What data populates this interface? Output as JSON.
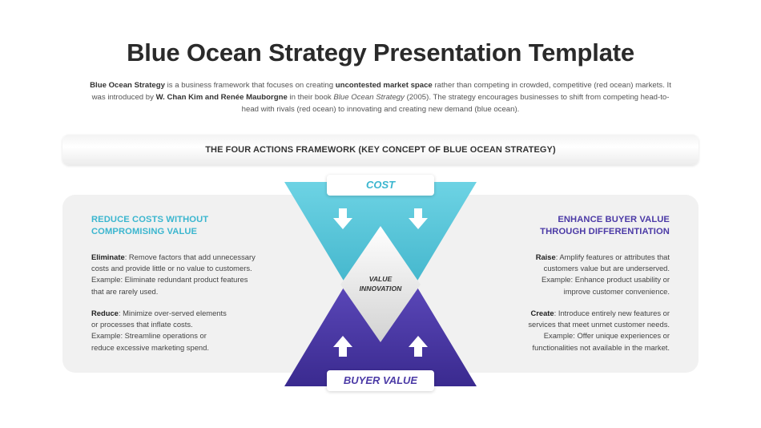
{
  "title": "Blue Ocean Strategy Presentation Template",
  "intro": {
    "t1": "Blue Ocean Strategy",
    "t2": " is a business framework that focuses on creating ",
    "t3": "uncontested market space",
    "t4": " rather than competing in crowded, competitive (red ocean) markets. It was introduced by ",
    "t5": "W. Chan Kim and Renée Mauborgne",
    "t6": " in their book ",
    "t7": "Blue Ocean Strategy",
    "t8": " (2005). The strategy encourages businesses to shift from competing head-to-head with rivals (red ocean) to innovating and creating new demand (blue ocean)."
  },
  "banner": "THE FOUR ACTIONS FRAMEWORK (KEY CONCEPT OF BLUE OCEAN STRATEGY)",
  "diagram": {
    "top_label": "COST",
    "bottom_label": "BUYER VALUE",
    "center_line1": "VALUE",
    "center_line2": "INNOVATION"
  },
  "left": {
    "heading_line1": "REDUCE COSTS WITHOUT",
    "heading_line2": "COMPROMISING VALUE",
    "eliminate": {
      "term": "Eliminate",
      "l1": ": Remove factors that add unnecessary",
      "l2": "costs and provide little or no value to customers.",
      "l3": "Example: Eliminate redundant product features",
      "l4": "that are rarely used."
    },
    "reduce": {
      "term": "Reduce",
      "l1": ": Minimize over-served elements",
      "l2": "or processes that inflate costs.",
      "l3": "Example: Streamline operations or",
      "l4": "reduce excessive marketing spend."
    }
  },
  "right": {
    "heading_line1": "ENHANCE BUYER VALUE",
    "heading_line2": "THROUGH DIFFERENTIATION",
    "raise": {
      "term": "Raise",
      "l1": ": Amplify features or attributes that",
      "l2": "customers value but are underserved.",
      "l3": "Example: Enhance product usability or",
      "l4": "improve customer convenience."
    },
    "create": {
      "term": "Create",
      "l1": ": Introduce entirely new features or",
      "l2": "services that meet unmet customer needs.",
      "l3": "Example: Offer unique experiences or",
      "l4": "functionalities not available in the market."
    }
  },
  "colors": {
    "cyan": "#3bb6cf",
    "purple": "#4b3aa6",
    "panel": "#f1f1f1"
  },
  "icons": [
    "arrow-down-icon",
    "arrow-down-icon",
    "arrow-up-icon",
    "arrow-up-icon"
  ]
}
